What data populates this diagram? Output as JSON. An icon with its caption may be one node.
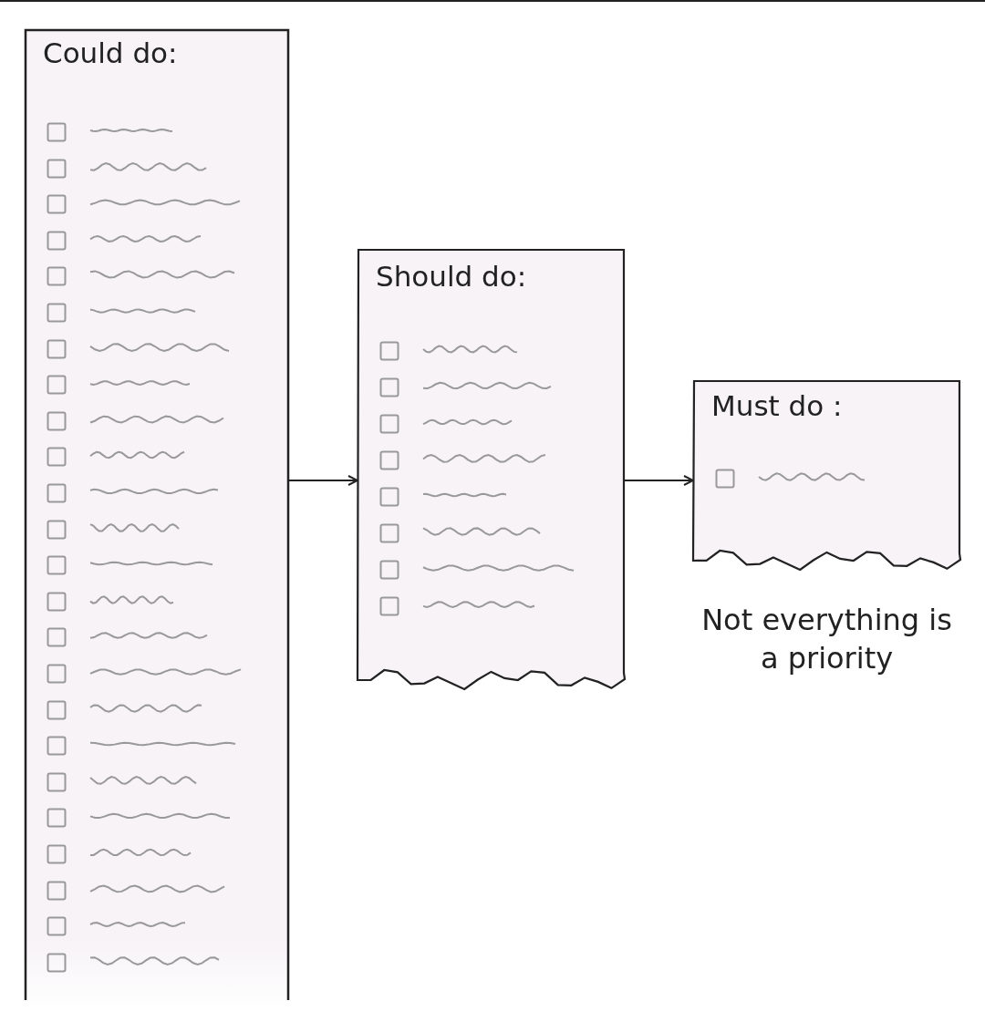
{
  "diagram": {
    "nodes": [
      {
        "text": [
          "Could do:"
        ]
      },
      {
        "text": [
          "Should do:"
        ]
      },
      {
        "text": [
          "Must do :"
        ],
        "beside": [
          "Not everything is a priority"
        ]
      }
    ],
    "edges": [
      {
        "from": 0,
        "to": 1,
        "arrow": "to"
      },
      {
        "from": 1,
        "to": 2,
        "arrow": "to"
      }
    ]
  }
}
